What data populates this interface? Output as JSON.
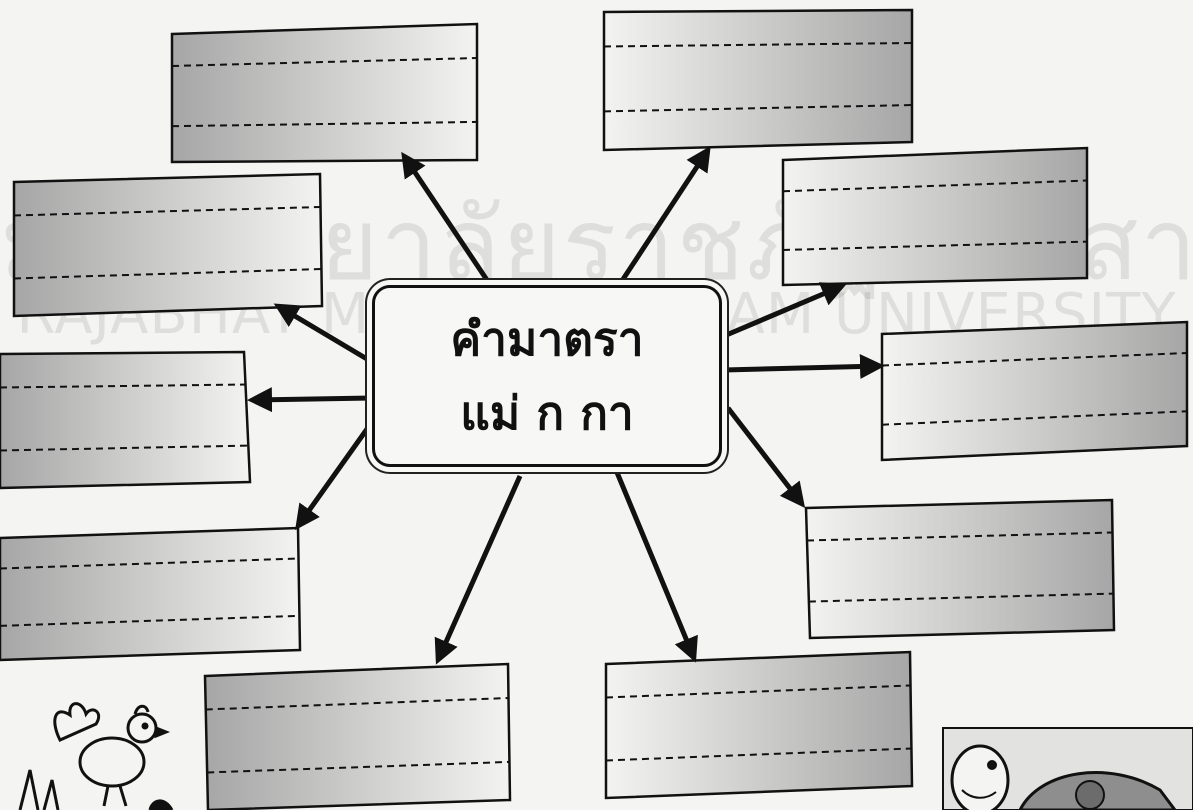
{
  "watermark": {
    "line1": "มหาวิทยาลัยราชภัฏมหาสารคาม",
    "line2": "RAJABHAT MAHASARAKHAM UNIVERSITY"
  },
  "center": {
    "line1": "คำมาตรา",
    "line2": "แม่ ก กา"
  },
  "blank_boxes": [
    {
      "id": "top-left"
    },
    {
      "id": "top-right"
    },
    {
      "id": "upper-left"
    },
    {
      "id": "upper-right"
    },
    {
      "id": "middle-left"
    },
    {
      "id": "middle-right"
    },
    {
      "id": "lower-left"
    },
    {
      "id": "lower-right"
    },
    {
      "id": "bottom-left"
    },
    {
      "id": "bottom-right"
    }
  ],
  "colors": {
    "ink": "#111111",
    "box_light": "#f2f2f0",
    "box_dark": "#a8a8a8"
  },
  "illustrations": [
    "chicken-illustration",
    "turtle-illustration"
  ]
}
